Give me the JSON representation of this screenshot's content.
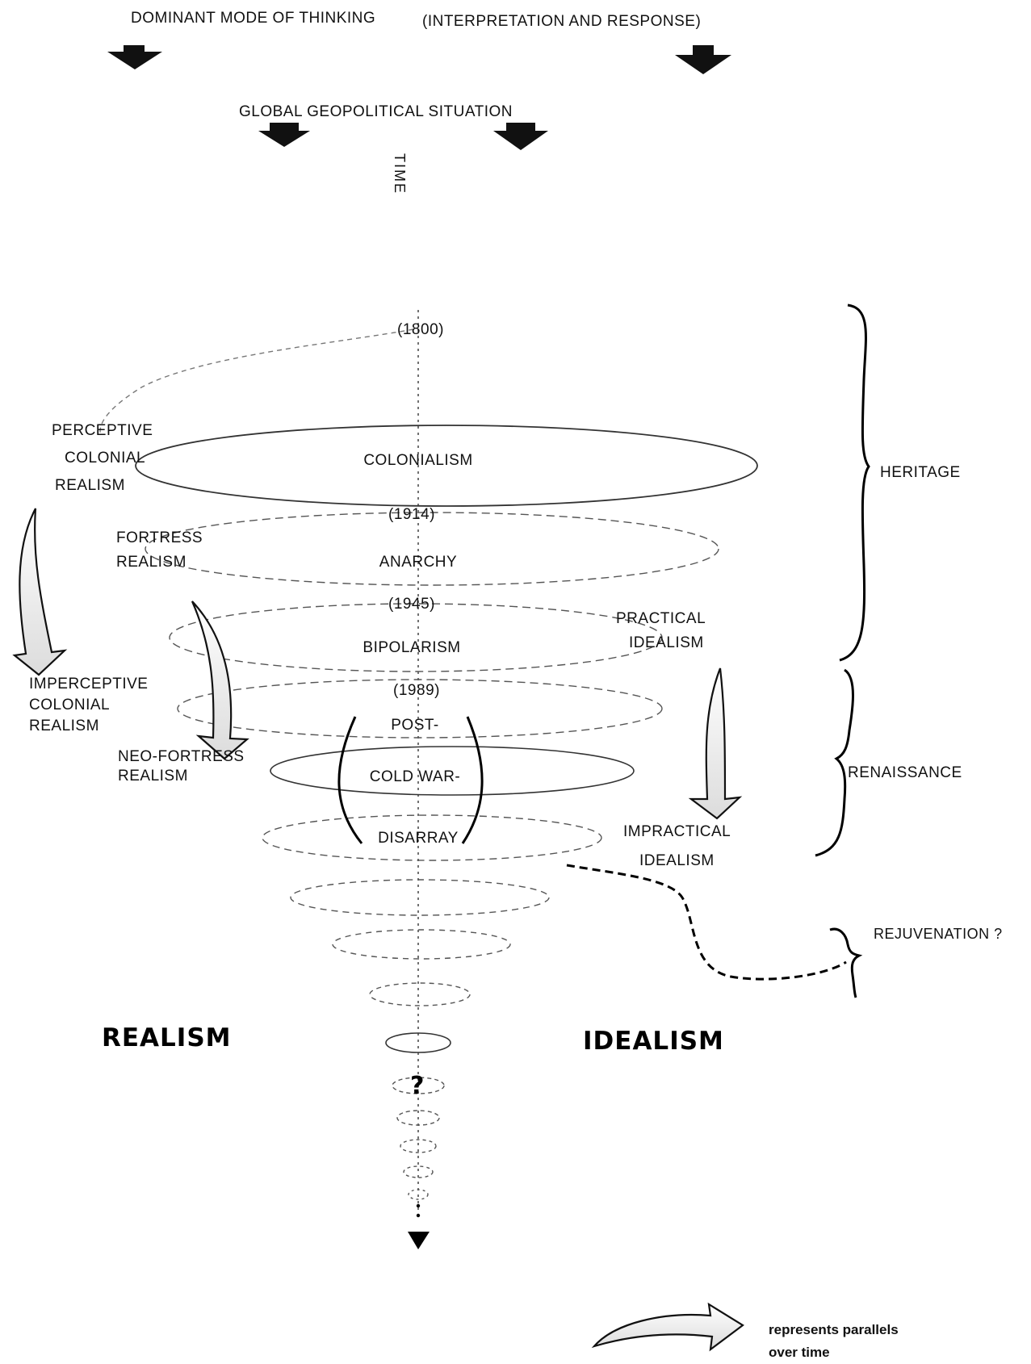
{
  "header": {
    "dominant_mode": "DOMINANT MODE OF THINKING",
    "dominant_mode_paren": "(INTERPRETATION AND RESPONSE)",
    "global_situation": "GLOBAL GEOPOLITICAL SITUATION",
    "time_axis": "TIME"
  },
  "timeline": {
    "years": [
      "(1800)",
      "(1914)",
      "(1945)",
      "(1989)"
    ],
    "periods": {
      "colonialism": "COLONIALISM",
      "anarchy": "ANARCHY",
      "bipolarism": "BIPOLARISM",
      "post": "POST-",
      "cold_war": "COLD WAR-",
      "disarray": "DISARRAY"
    },
    "question_mark": "?"
  },
  "realism_side": {
    "heading": "REALISM",
    "perceptive_colonial_realism": [
      "PERCEPTIVE",
      "COLONIAL",
      "REALISM"
    ],
    "fortress_realism": [
      "FORTRESS",
      "REALISM"
    ],
    "imperceptive_colonial_realism": [
      "IMPERCEPTIVE",
      "COLONIAL",
      "REALISM"
    ],
    "neo_fortress_realism": [
      "NEO-FORTRESS",
      "REALISM"
    ]
  },
  "idealism_side": {
    "heading": "IDEALISM",
    "practical_idealism": [
      "PRACTICAL",
      "IDEALISM"
    ],
    "impractical_idealism": [
      "IMPRACTICAL",
      "IDEALISM"
    ]
  },
  "eras": {
    "heritage": "HERITAGE",
    "renaissance": "RENAISSANCE",
    "rejuvenation": "REJUVENATION ?"
  },
  "legend": {
    "text": [
      "represents parallels",
      "over time"
    ]
  },
  "icons": {
    "down_arrow": "down-arrow-icon",
    "parallel_arrow": "curved-arrow-icon"
  }
}
